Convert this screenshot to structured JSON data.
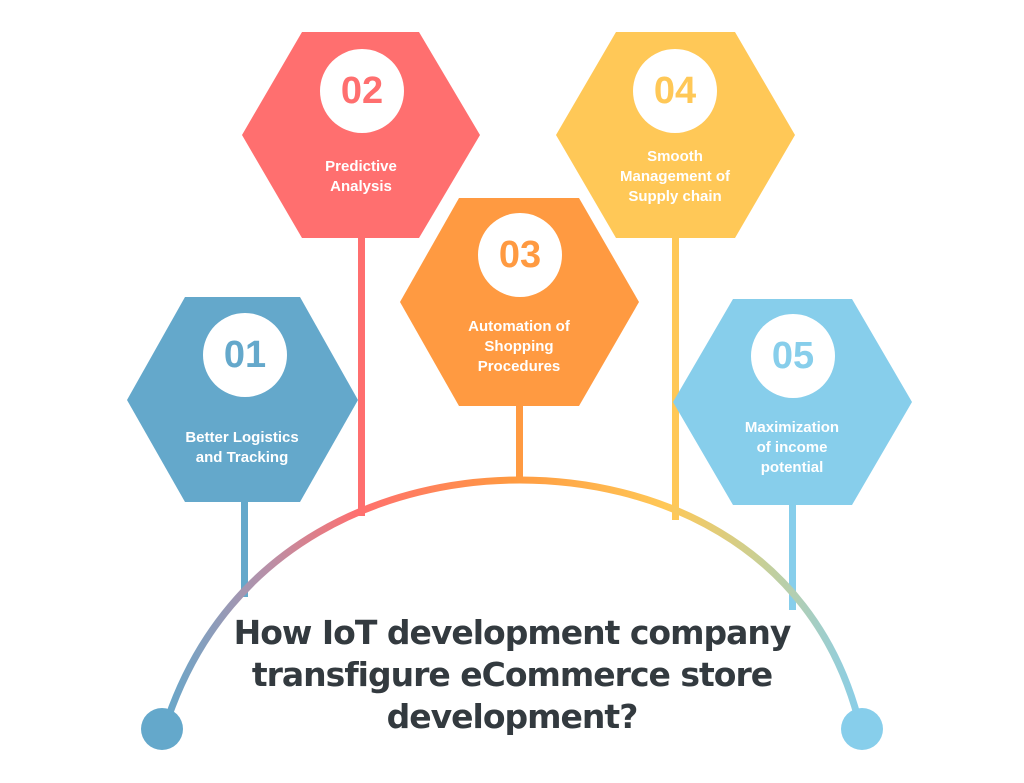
{
  "title": "How IoT development company transfigure eCommerce store development?",
  "title_lines": [
    "How IoT development company",
    "transfigure eCommerce store",
    "development?"
  ],
  "colors": {
    "blue_dark": "#64a8cb",
    "red": "#ff6f6f",
    "orange": "#ff9a41",
    "yellow": "#ffc857",
    "blue_light": "#87ceeb",
    "title_text": "#333a3f"
  },
  "items": [
    {
      "number": "01",
      "label_lines": [
        "Better Logistics",
        "and Tracking"
      ],
      "color": "#64a8cb"
    },
    {
      "number": "02",
      "label_lines": [
        "Predictive",
        "Analysis"
      ],
      "color": "#ff6f6f"
    },
    {
      "number": "03",
      "label_lines": [
        "Automation of",
        "Shopping",
        "Procedures"
      ],
      "color": "#ff9a41"
    },
    {
      "number": "04",
      "label_lines": [
        "Smooth",
        "Management of",
        "Supply chain"
      ],
      "color": "#ffc857"
    },
    {
      "number": "05",
      "label_lines": [
        "Maximization",
        "of income",
        "potential"
      ],
      "color": "#87ceeb"
    }
  ]
}
